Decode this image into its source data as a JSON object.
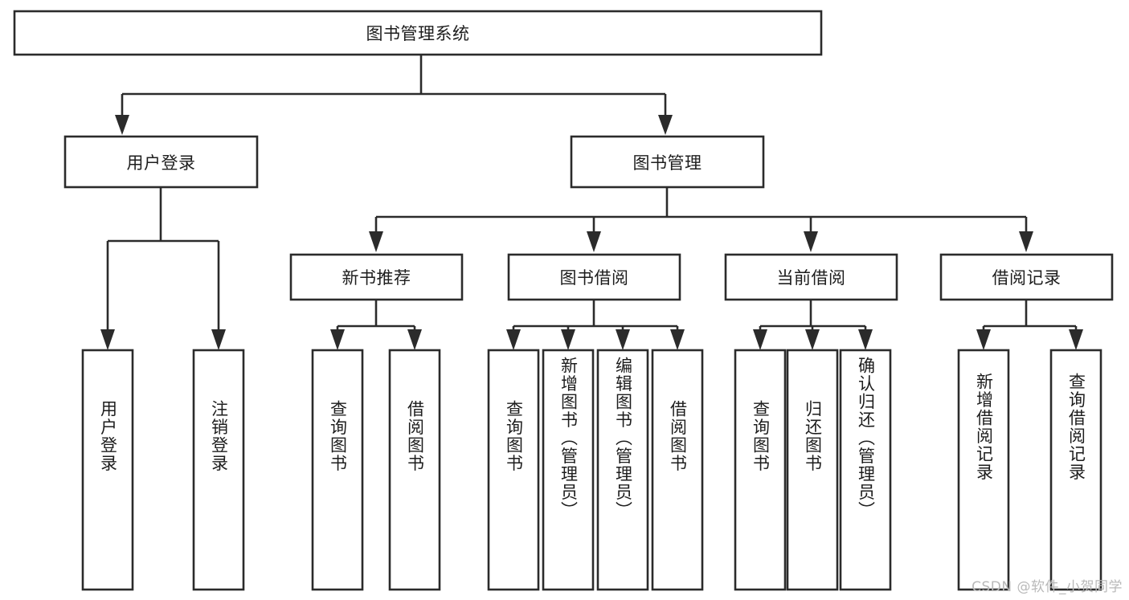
{
  "diagram": {
    "type": "tree-hierarchy",
    "title": "图书管理系统",
    "watermark": "CSDN @软件_小贺同学",
    "colors": {
      "stroke": "#2b2b2b",
      "fill": "#ffffff",
      "text": "#1d1d1d",
      "watermark": "#b9b9b9",
      "background": "#ffffff"
    },
    "nodes": {
      "root": {
        "label": "图书管理系统",
        "level": 0,
        "orientation": "horizontal"
      },
      "l1": [
        {
          "id": "user-login",
          "label": "用户登录",
          "level": 1,
          "orientation": "horizontal"
        },
        {
          "id": "book-manage",
          "label": "图书管理",
          "level": 1,
          "orientation": "horizontal"
        }
      ],
      "l2": [
        {
          "id": "new-book-recommend",
          "label": "新书推荐",
          "level": 2,
          "orientation": "horizontal"
        },
        {
          "id": "book-borrow",
          "label": "图书借阅",
          "level": 2,
          "orientation": "horizontal"
        },
        {
          "id": "current-borrow",
          "label": "当前借阅",
          "level": 2,
          "orientation": "horizontal"
        },
        {
          "id": "borrow-record",
          "label": "借阅记录",
          "level": 2,
          "orientation": "horizontal"
        }
      ],
      "leaves": [
        {
          "id": "leaf-user-login",
          "label": "用户登录",
          "parent": "user-login",
          "orientation": "vertical"
        },
        {
          "id": "leaf-logout-login",
          "label": "注销登录",
          "parent": "user-login",
          "orientation": "vertical"
        },
        {
          "id": "leaf-query-book-1",
          "label": "查询图书",
          "parent": "new-book-recommend",
          "orientation": "vertical"
        },
        {
          "id": "leaf-borrow-book-1",
          "label": "借阅图书",
          "parent": "new-book-recommend",
          "orientation": "vertical"
        },
        {
          "id": "leaf-query-book-2",
          "label": "查询图书",
          "parent": "book-borrow",
          "orientation": "vertical"
        },
        {
          "id": "leaf-add-book",
          "label": "新增图书（管理员）",
          "parent": "book-borrow",
          "orientation": "vertical"
        },
        {
          "id": "leaf-edit-book",
          "label": "编辑图书（管理员）",
          "parent": "book-borrow",
          "orientation": "vertical"
        },
        {
          "id": "leaf-borrow-book-2",
          "label": "借阅图书",
          "parent": "book-borrow",
          "orientation": "vertical"
        },
        {
          "id": "leaf-query-book-3",
          "label": "查询图书",
          "parent": "current-borrow",
          "orientation": "vertical"
        },
        {
          "id": "leaf-return-book",
          "label": "归还图书",
          "parent": "current-borrow",
          "orientation": "vertical"
        },
        {
          "id": "leaf-confirm-return",
          "label": "确认归还（管理员）",
          "parent": "current-borrow",
          "orientation": "vertical"
        },
        {
          "id": "leaf-add-record",
          "label": "新增借阅记录",
          "parent": "borrow-record",
          "orientation": "vertical"
        },
        {
          "id": "leaf-query-record",
          "label": "查询借阅记录",
          "parent": "borrow-record",
          "orientation": "vertical"
        }
      ]
    }
  }
}
